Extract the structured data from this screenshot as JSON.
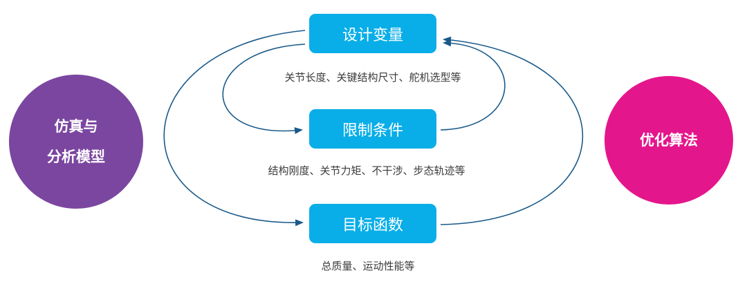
{
  "model_circle": {
    "line1": "仿真与",
    "line2": "分析模型",
    "color": "#7b46a0"
  },
  "algorithm_circle": {
    "label": "优化算法",
    "color": "#e4168c"
  },
  "steps": [
    {
      "label": "设计变量",
      "caption": "关节长度、关键结构尺寸、舵机选型等"
    },
    {
      "label": "限制条件",
      "caption": "结构刚度、关节力矩、不干涉、步态轨迹等"
    },
    {
      "label": "目标函数",
      "caption": "总质量、运动性能等"
    }
  ],
  "box_color": "#09aee8"
}
